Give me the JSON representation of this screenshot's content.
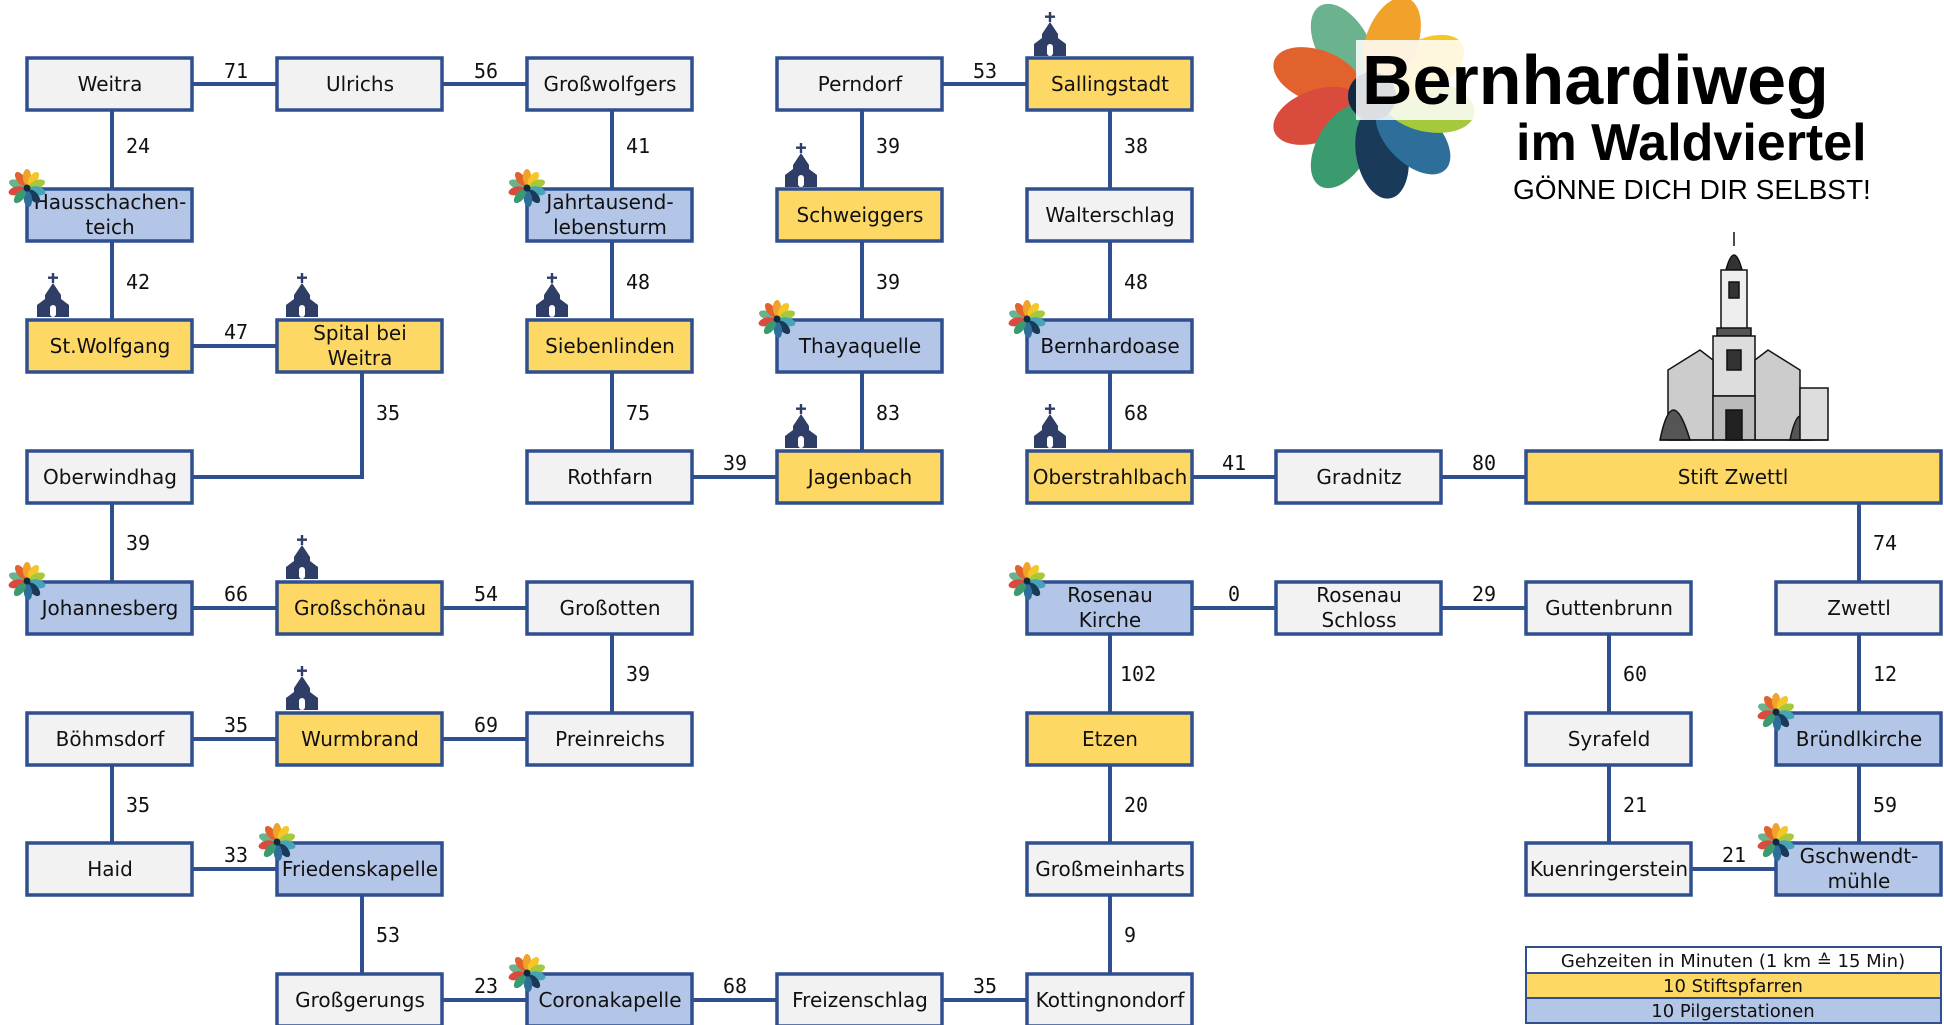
{
  "logo": {
    "title": "Bernhardiweg",
    "subtitle": "im Waldviertel",
    "slogan": "GÖNNE DICH DIR SELBST!"
  },
  "colors": {
    "line": "#2f4f8f",
    "stiftspfarre_fill": "#fed865",
    "pilgerstation_fill": "#b4c6e7",
    "plain_fill": "#f2f2f2",
    "church_icon": "#2e3e66"
  },
  "nodes": {
    "weitra": "Weitra",
    "ulrichs": "Ulrichs",
    "grosswolfgers": "Großwolfgers",
    "perndorf": "Perndorf",
    "sallingstadt": "Sallingstadt",
    "hausschachen_1": "Hausschachen-",
    "hausschachen_2": "teich",
    "jahrtausend_1": "Jahrtausend-",
    "jahrtausend_2": "lebensturm",
    "schweiggers": "Schweiggers",
    "walterschlag": "Walterschlag",
    "st_wolfgang": "St.Wolfgang",
    "spital_1": "Spital bei",
    "spital_2": "Weitra",
    "siebenlinden": "Siebenlinden",
    "thayaquelle": "Thayaquelle",
    "bernhardoase": "Bernhardoase",
    "oberwindhag": "Oberwindhag",
    "rothfarn": "Rothfarn",
    "jagenbach": "Jagenbach",
    "oberstrahlbach": "Oberstrahlbach",
    "gradnitz": "Gradnitz",
    "stift_zwettl": "Stift Zwettl",
    "johannesberg": "Johannesberg",
    "grossschoenau": "Großschönau",
    "grossotten": "Großotten",
    "rosenau_kirche_1": "Rosenau",
    "rosenau_kirche_2": "Kirche",
    "rosenau_schloss_1": "Rosenau",
    "rosenau_schloss_2": "Schloss",
    "guttenbrunn": "Guttenbrunn",
    "zwettl": "Zwettl",
    "boehmsdorf": "Böhmsdorf",
    "wurmbrand": "Wurmbrand",
    "preinreichs": "Preinreichs",
    "etzen": "Etzen",
    "syrafeld": "Syrafeld",
    "bruendlkirche": "Bründlkirche",
    "haid": "Haid",
    "friedenskapelle": "Friedenskapelle",
    "grossmeinharts": "Großmeinharts",
    "kuenringerstein": "Kuenringerstein",
    "gschwendt_1": "Gschwendt-",
    "gschwendt_2": "mühle",
    "grossgerungs": "Großgerungs",
    "coronakapelle": "Coronakapelle",
    "freizenschlag": "Freizenschlag",
    "kottingnondorf": "Kottingnondorf"
  },
  "edges": {
    "weitra_ulrichs": "71",
    "ulrichs_grosswolfgers": "56",
    "perndorf_sallingstadt": "53",
    "weitra_hausschachen": "24",
    "grosswolfgers_jahrtausend": "41",
    "perndorf_schweiggers": "39",
    "sallingstadt_walterschlag": "38",
    "hausschachen_stwolfgang": "42",
    "jahrtausend_siebenlinden": "48",
    "schweiggers_thayaquelle": "39",
    "walterschlag_bernhardoase": "48",
    "stwolfgang_spital": "47",
    "spital_oberwindhag": "35",
    "siebenlinden_rothfarn": "75",
    "thayaquelle_jagenbach": "83",
    "bernhardoase_oberstrahlbach": "68",
    "rothfarn_jagenbach": "39",
    "oberstrahlbach_gradnitz": "41",
    "gradnitz_stift": "80",
    "oberwindhag_johannesberg": "39",
    "stift_zwettl": "74",
    "johannesberg_grossschoenau": "66",
    "grossschoenau_grossotten": "54",
    "rosenaukirche_rosenauschloss": "0",
    "rosenauschloss_guttenbrunn": "29",
    "grossotten_preinreichs": "39",
    "rosenaukirche_etzen": "102",
    "guttenbrunn_syrafeld": "60",
    "zwettl_bruendlkirche": "12",
    "boehmsdorf_wurmbrand": "35",
    "wurmbrand_preinreichs": "69",
    "boehmsdorf_haid": "35",
    "etzen_grossmeinharts": "20",
    "syrafeld_kuenringerstein": "21",
    "bruendlkirche_gschwendt": "59",
    "haid_friedenskapelle": "33",
    "kuenringerstein_gschwendt": "21",
    "friedenskapelle_grossgerungs": "53",
    "grossmeinharts_kottingnondorf": "9",
    "grossgerungs_coronakapelle": "23",
    "coronakapelle_freizenschlag": "68",
    "freizenschlag_kottingnondorf": "35"
  },
  "legend": {
    "times": "Gehzeiten in Minuten (1 km ≙ 15 Min)",
    "stiftspfarren": "10 Stiftspfarren",
    "pilgerstationen": "10 Pilgerstationen"
  }
}
